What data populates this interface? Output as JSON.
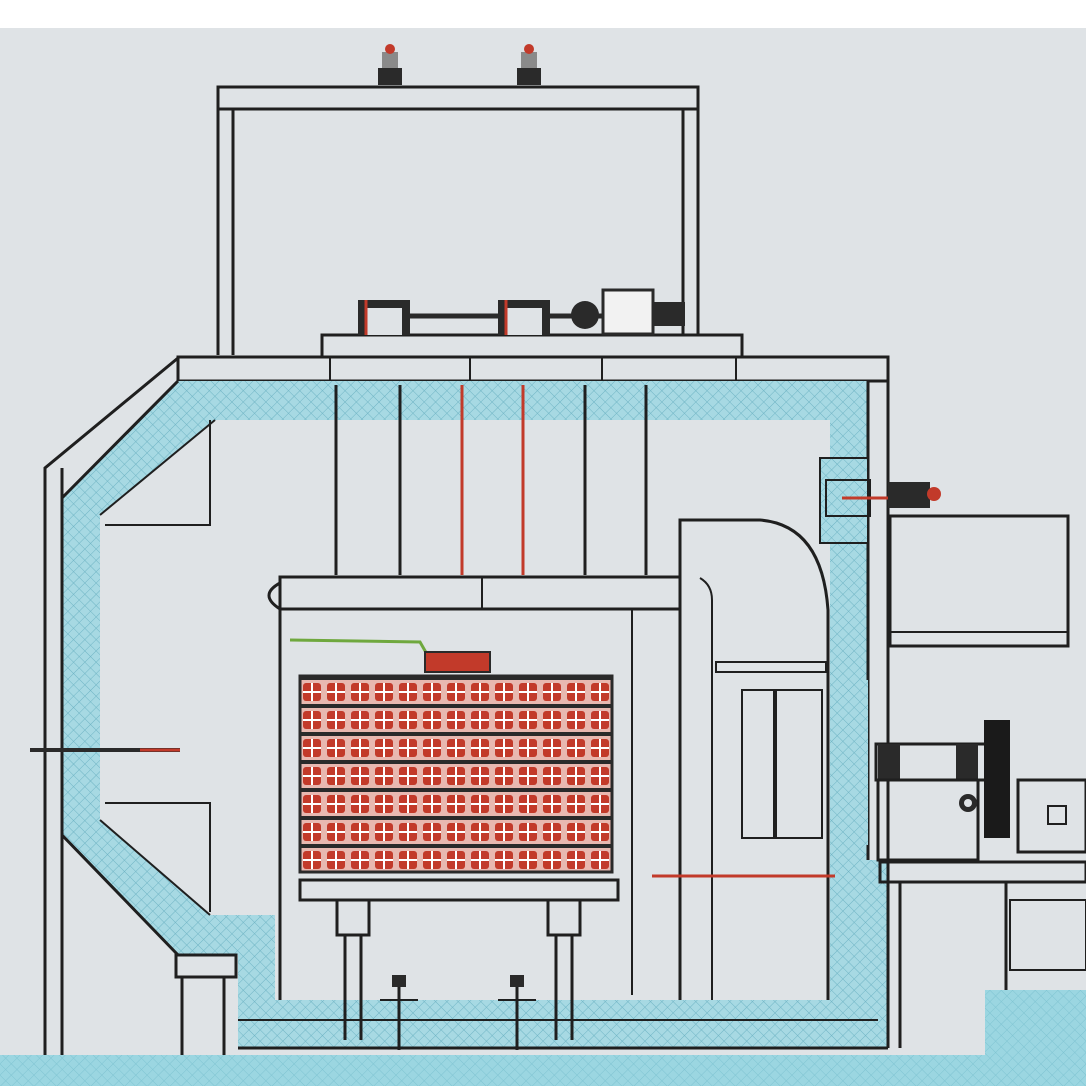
{
  "diagram": {
    "caption": "",
    "tray_label": "",
    "colors": {
      "paper": "#dfe3e6",
      "outline": "#1f1f1f",
      "insulation": "#a7d9e3",
      "insulation_mesh": "#6fb4c4",
      "heating_element": "#c23a2a",
      "label_green": "#4f8f2a",
      "floor": "#8fd3df"
    },
    "components": [
      "roof-frame",
      "roof-fan-pair",
      "drive-motor",
      "insulated-shell",
      "hanger-rods",
      "load-tray",
      "heating-grid",
      "side-duct",
      "right-control-box",
      "floor-insulation",
      "tray-supports",
      "floor-fixtures"
    ]
  }
}
